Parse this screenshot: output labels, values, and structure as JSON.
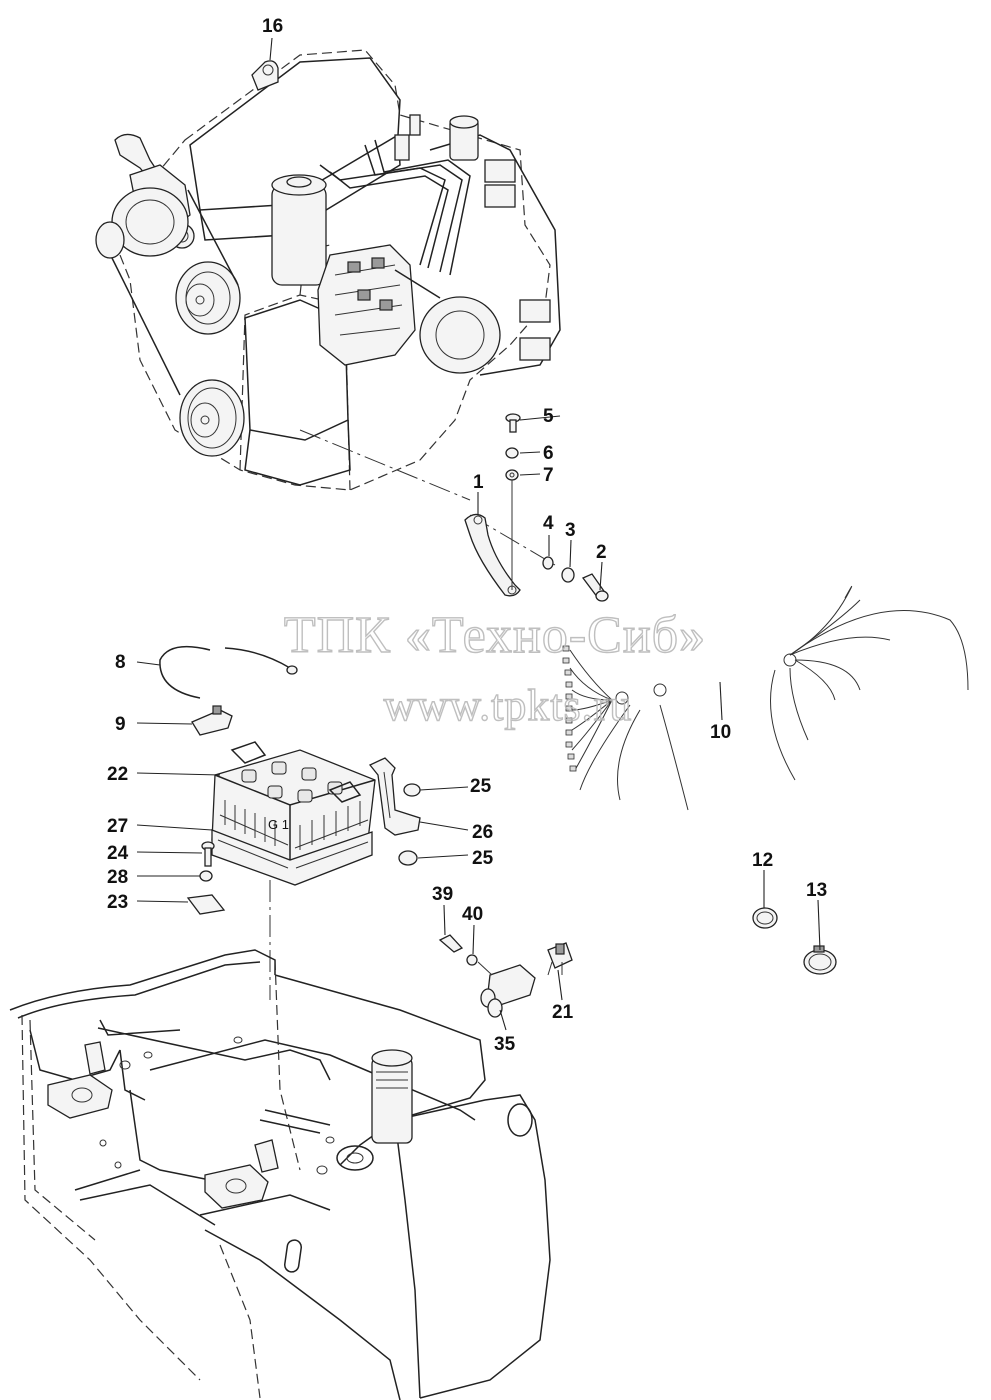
{
  "watermark": {
    "line1": "ТПК «Техно-Сиб»",
    "line2": "www.tpkts.ru"
  },
  "callouts": {
    "c1": "1",
    "c2": "2",
    "c3": "3",
    "c4": "4",
    "c5": "5",
    "c6": "6",
    "c7": "7",
    "c8": "8",
    "c9": "9",
    "c10": "10",
    "c12": "12",
    "c13": "13",
    "c16": "16",
    "c21": "21",
    "c22": "22",
    "c23": "23",
    "c24": "24",
    "c25a": "25",
    "c25b": "25",
    "c26": "26",
    "c27": "27",
    "c28": "28",
    "c35": "35",
    "c39": "39",
    "c40": "40"
  },
  "battery_marking": "G 1"
}
